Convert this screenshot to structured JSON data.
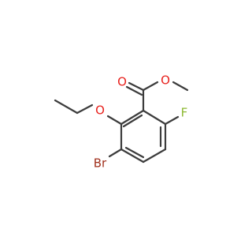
{
  "molecule": {
    "atoms": {
      "oxygen_carbonyl": {
        "symbol": "O",
        "color": "#e8211d"
      },
      "oxygen_ester": {
        "symbol": "O",
        "color": "#e8211d"
      },
      "oxygen_ether": {
        "symbol": "O",
        "color": "#e8211d"
      },
      "fluorine": {
        "symbol": "F",
        "color": "#8cb832"
      },
      "bromine": {
        "symbol": "Br",
        "color": "#a0301c"
      }
    },
    "bond_color": "#3c3c3c",
    "background_color": "#ffffff"
  }
}
